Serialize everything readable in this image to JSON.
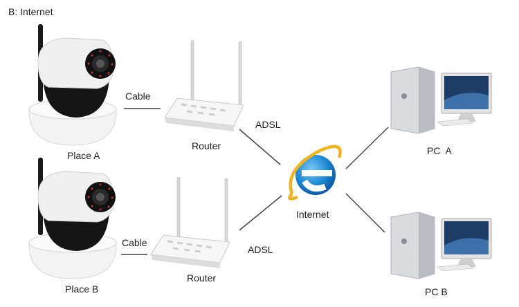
{
  "title": "B: Internet",
  "nodes": {
    "place_a": "Place A",
    "place_b": "Place B",
    "router_a": "Router",
    "router_b": "Router",
    "internet": "Internet",
    "pc_a": "PC  A",
    "pc_b": "PC B"
  },
  "links": {
    "cable_a": "Cable",
    "cable_b": "Cable",
    "adsl_a": "ADSL",
    "adsl_b": "ADSL"
  },
  "icons": {
    "camera": "ip-camera-icon",
    "router": "wifi-router-icon",
    "browser": "internet-explorer-icon",
    "pc": "desktop-computer-icon"
  },
  "colors": {
    "line": "#444444",
    "ie_blue": "#1d8ad6",
    "ie_ring": "#f2b31b"
  }
}
